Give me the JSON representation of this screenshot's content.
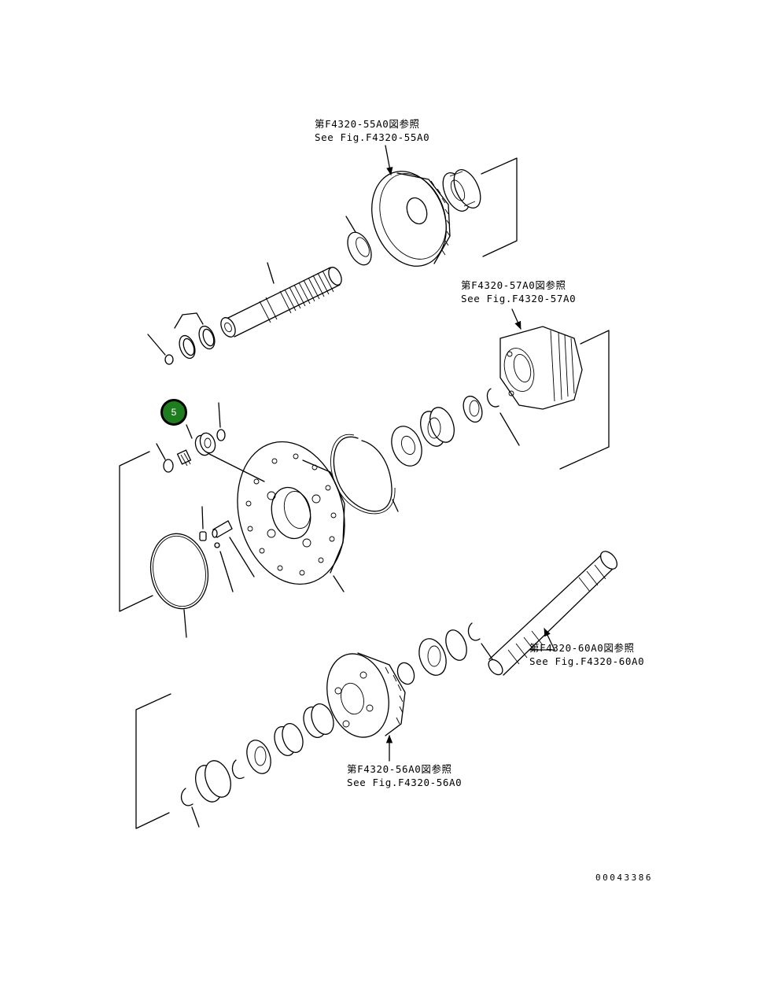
{
  "references": [
    {
      "id": "ref-55",
      "jp": "第F4320-55A0図参照",
      "en": "See Fig.F4320-55A0"
    },
    {
      "id": "ref-57",
      "jp": "第F4320-57A0図参照",
      "en": "See Fig.F4320-57A0"
    },
    {
      "id": "ref-60",
      "jp": "第F4320-60A0図参照",
      "en": "See Fig.F4320-60A0"
    },
    {
      "id": "ref-56",
      "jp": "第F4320-56A0図参照",
      "en": "See Fig.F4320-56A0"
    }
  ],
  "callout": {
    "label": "5",
    "color": "#1e7d1e"
  },
  "drawing_number": "00043386"
}
